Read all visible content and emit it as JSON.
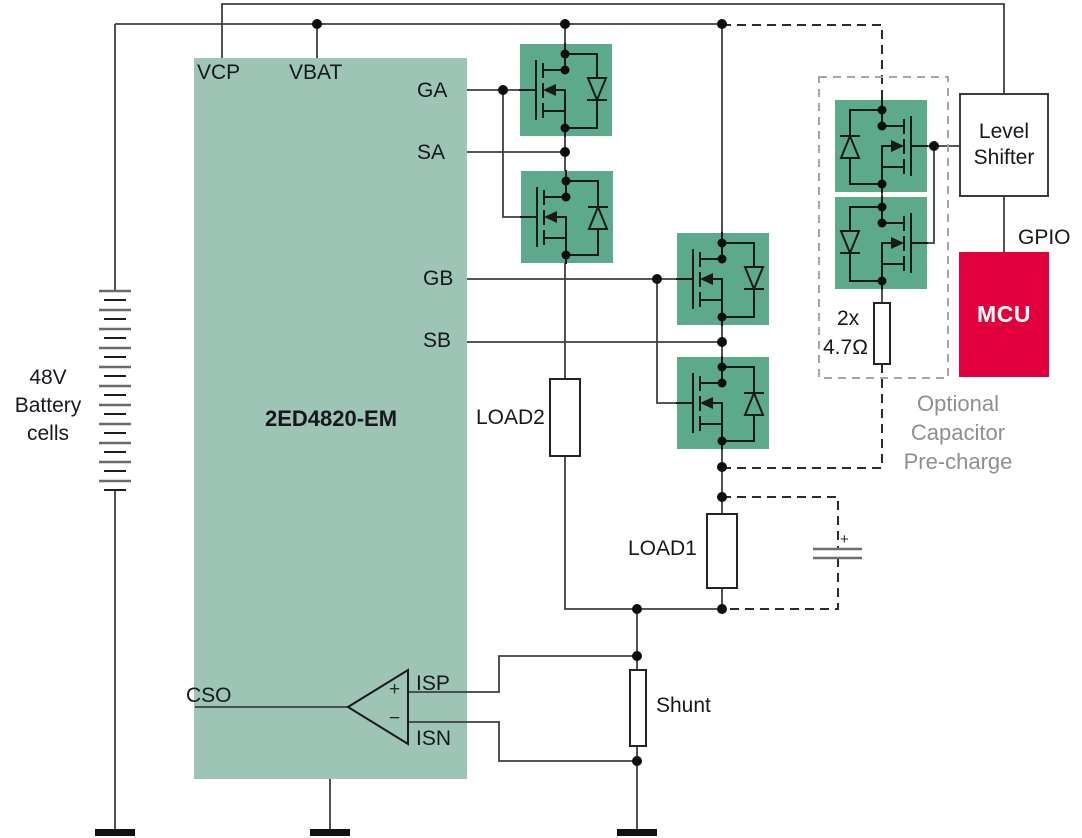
{
  "battery": {
    "lines": [
      "48V",
      "Battery",
      "cells"
    ]
  },
  "chip": {
    "name": "2ED4820-EM",
    "pins": {
      "vcp": "VCP",
      "vbat": "VBAT",
      "ga": "GA",
      "sa": "SA",
      "gb": "GB",
      "sb": "SB",
      "cso": "CSO",
      "isp": "ISP",
      "isn": "ISN"
    },
    "amp": {
      "plus": "+",
      "minus": "−"
    }
  },
  "loads": {
    "load1": "LOAD1",
    "load2": "LOAD2"
  },
  "shunt": {
    "label": "Shunt"
  },
  "capacitor": {
    "polarity": "+"
  },
  "precharge": {
    "resistor_qty": "2x",
    "resistor_value": "4.7Ω",
    "note_lines": [
      "Optional",
      "Capacitor",
      "Pre-charge"
    ]
  },
  "level_shifter": {
    "lines": [
      "Level",
      "Shifter"
    ]
  },
  "mcu": {
    "label": "MCU",
    "gpio": "GPIO"
  },
  "colors": {
    "chip_fill": "#9dc4b4",
    "mosfet_fill": "#5ca98b",
    "mcu_red": "#e2003c",
    "note_gray": "#8f8f8f",
    "wire": "#3f3f3f",
    "text": "#15181f"
  }
}
